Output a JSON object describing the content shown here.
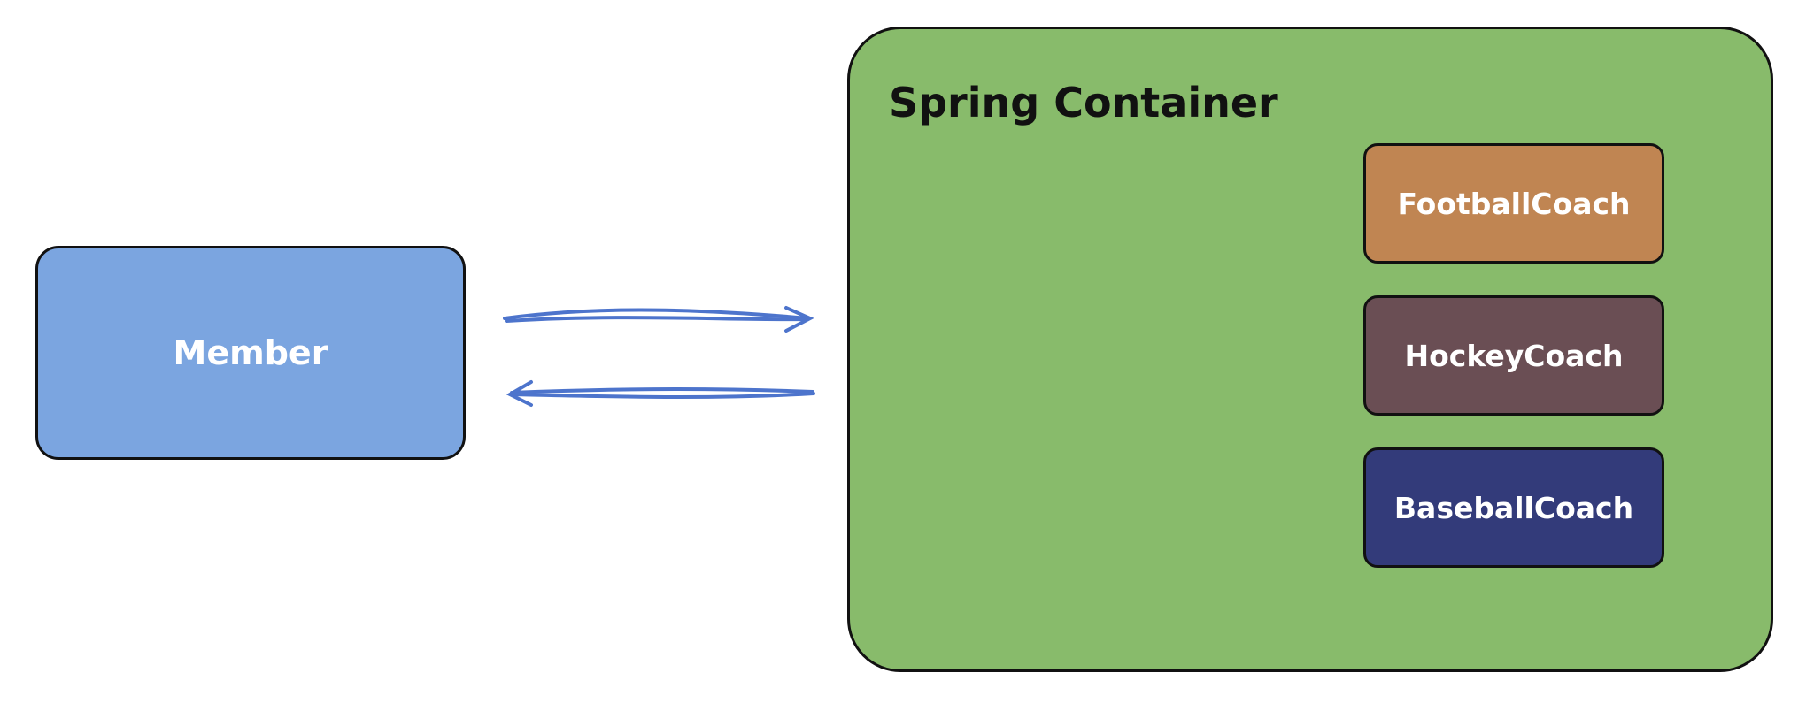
{
  "member": {
    "label": "Member"
  },
  "container": {
    "title": "Spring Container"
  },
  "coaches": [
    {
      "label": "FootballCoach",
      "color": "#c08552"
    },
    {
      "label": "HockeyCoach",
      "color": "#6a4e54"
    },
    {
      "label": "BaseballCoach",
      "color": "#333b7a"
    }
  ],
  "colors": {
    "member": "#7ba5e0",
    "container": "#88bb6b",
    "arrow": "#4d74cc"
  }
}
